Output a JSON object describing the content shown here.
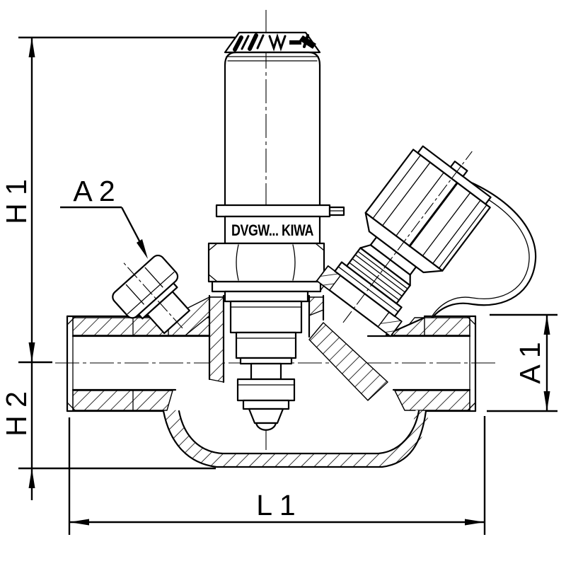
{
  "drawing": {
    "background": "#ffffff",
    "line_color": "#000000",
    "marking": "DVGW... KIWA",
    "dimension_labels": {
      "h1": "H 1",
      "h2": "H 2",
      "a1": "A 1",
      "a2": "A 2",
      "l1": "L 1"
    }
  }
}
